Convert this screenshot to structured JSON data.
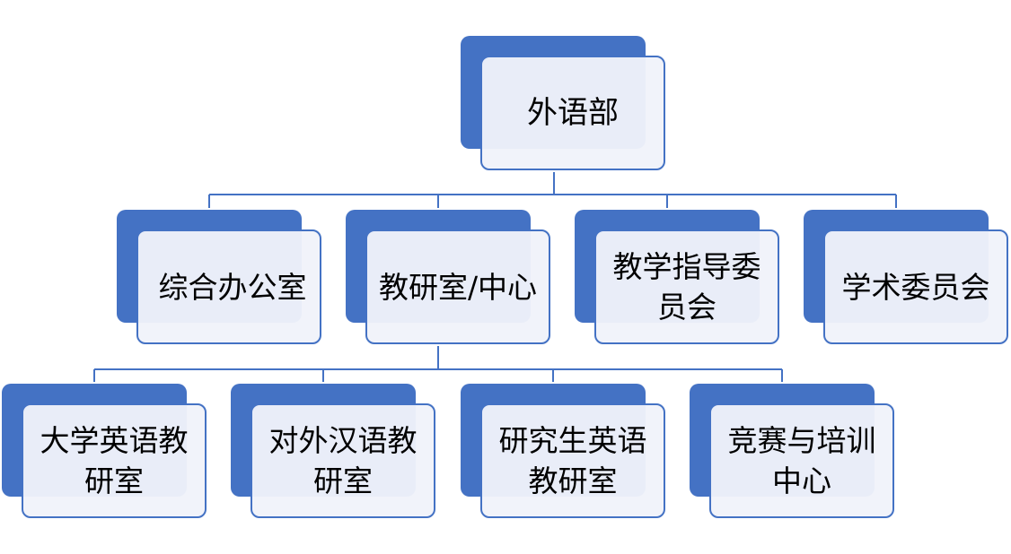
{
  "root": {
    "label": "外语部"
  },
  "departments": [
    {
      "label": "综合办公室"
    },
    {
      "label": "教研室/中心"
    },
    {
      "label": "教学指导委员会"
    },
    {
      "label": "学术委员会"
    }
  ],
  "sections": [
    {
      "label": "大学英语教研室"
    },
    {
      "label": "对外汉语教研室"
    },
    {
      "label": "研究生英语教研室"
    },
    {
      "label": "竞赛与培训中心"
    }
  ],
  "colors": {
    "accent": "#4472C4",
    "card_fill": "#F0F3FA",
    "connector": "#4472C4"
  }
}
